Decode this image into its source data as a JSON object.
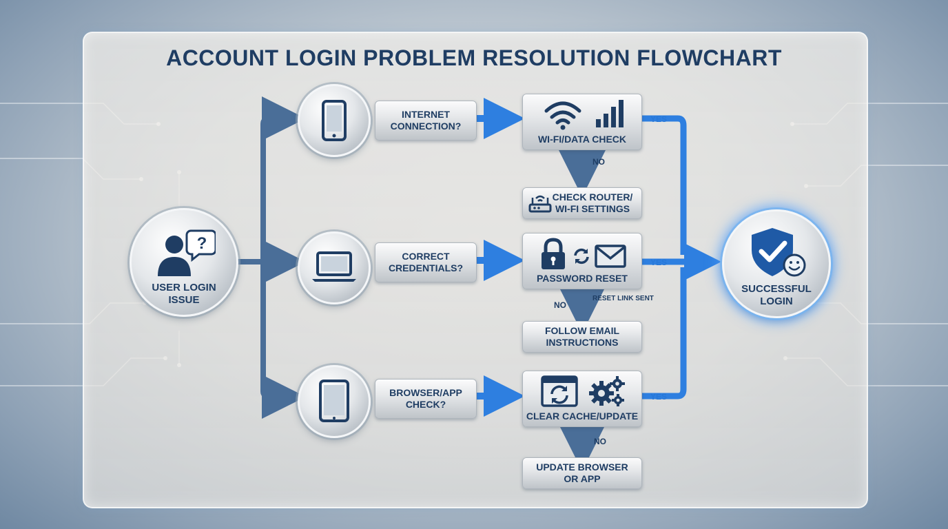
{
  "title": "ACCOUNT LOGIN PROBLEM RESOLUTION FLOWCHART",
  "start": {
    "label_line1": "USER LOGIN",
    "label_line2": "ISSUE",
    "icon": "user-question-icon"
  },
  "end": {
    "label_line1": "SUCCESSFUL",
    "label_line2": "LOGIN",
    "icon": "shield-check-smiley-icon"
  },
  "branches": [
    {
      "icon": "smartphone-icon",
      "question_line1": "INTERNET",
      "question_line2": "CONNECTION?",
      "check_label": "WI-FI/DATA CHECK",
      "check_icons": [
        "wifi-icon",
        "signal-bars-icon"
      ],
      "no_label": "NO",
      "no_note": "",
      "fix_line1": "CHECK ROUTER/",
      "fix_line2": "WI-FI SETTINGS",
      "fix_icon": "router-icon",
      "yes_label": "YES"
    },
    {
      "icon": "laptop-icon",
      "question_line1": "CORRECT",
      "question_line2": "CREDENTIALS?",
      "check_label": "PASSWORD RESET",
      "check_icons": [
        "padlock-icon",
        "refresh-icon",
        "envelope-icon"
      ],
      "no_label": "NO",
      "no_note": "RESET LINK SENT",
      "fix_line1": "FOLLOW EMAIL",
      "fix_line2": "INSTRUCTIONS",
      "fix_icon": "",
      "yes_label": "YES"
    },
    {
      "icon": "tablet-icon",
      "question_line1": "BROWSER/APP",
      "question_line2": "CHECK?",
      "check_label": "CLEAR CACHE/UPDATE",
      "check_icons": [
        "browser-refresh-icon",
        "gears-icon"
      ],
      "no_label": "NO",
      "no_note": "",
      "fix_line1": "UPDATE BROWSER",
      "fix_line2": "OR APP",
      "fix_icon": "",
      "yes_label": "YES"
    }
  ],
  "colors": {
    "navy": "#1f3d63",
    "arrow_blue": "#2e7fe0",
    "arrow_gray": "#4a6e98",
    "glow": "#5aaaf5"
  }
}
